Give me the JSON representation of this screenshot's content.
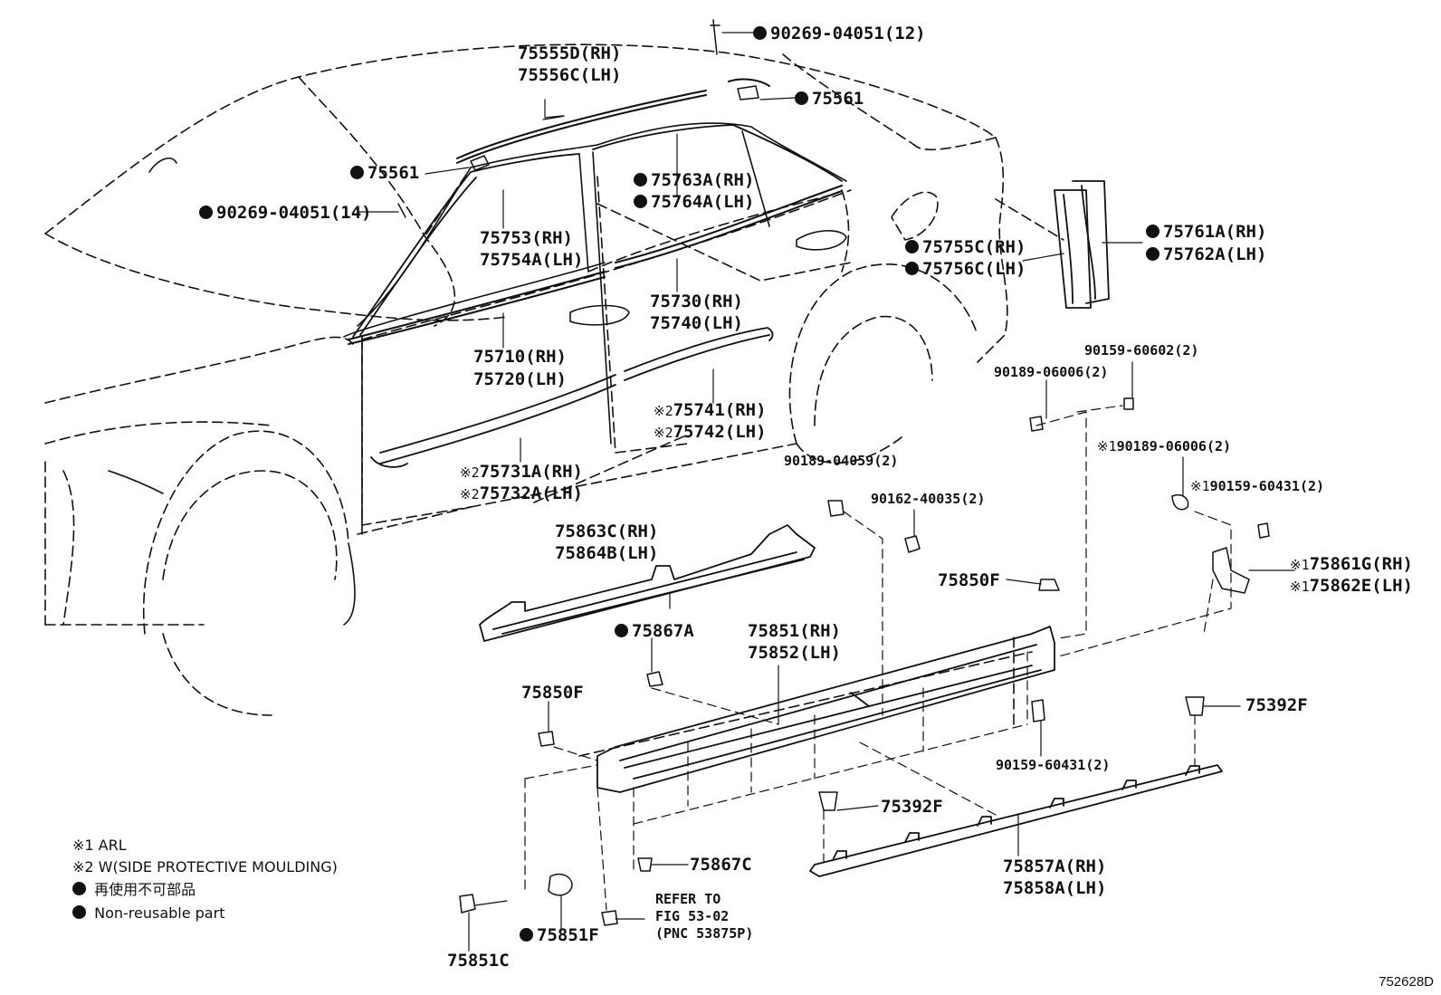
{
  "labels": {
    "p9026904051_12": "90269-04051(12)",
    "p75555": "75555D(RH)",
    "p75556": "75556C(LH)",
    "p75561_top": "75561",
    "p75561_left": "75561",
    "p9026904051_14": "90269-04051(14)",
    "p75763": "75763A(RH)",
    "p75764": "75764A(LH)",
    "p75753": "75753(RH)",
    "p75754": "75754A(LH)",
    "p75761": "75761A(RH)",
    "p75762": "75762A(LH)",
    "p75755": "75755C(RH)",
    "p75756": "75756C(LH)",
    "p75730": "75730(RH)",
    "p75740": "75740(LH)",
    "p75710": "75710(RH)",
    "p75720": "75720(LH)",
    "p9015960602": "90159-60602(2)",
    "p9018906006": "90189-06006(2)",
    "p75741": "75741(RH)",
    "p75742": "75742(LH)",
    "p9018906006_arl": "90189-06006(2)",
    "p75731": "75731A(RH)",
    "p75732": "75732A(LH)",
    "p9018904059": "90189-04059(2)",
    "p9016240035": "90162-40035(2)",
    "p9015960431_arl": "90159-60431(2)",
    "p75863": "75863C(RH)",
    "p75864": "75864B(LH)",
    "p75861": "75861G(RH)",
    "p75862": "75862E(LH)",
    "p75850F_right": "75850F",
    "p75867A": "75867A",
    "p75851": "75851(RH)",
    "p75852": "75852(LH)",
    "p75850F_left": "75850F",
    "p75392F_right": "75392F",
    "p9015960431": "90159-60431(2)",
    "p75392F_mid": "75392F",
    "p75867C": "75867C",
    "p75857": "75857A(RH)",
    "p75858": "75858A(LH)",
    "refer1": "REFER TO",
    "refer2": "FIG 53-02",
    "refer3": "(PNC 53875P)",
    "p75851F": "75851F",
    "p75851C": "75851C"
  },
  "marks": {
    "kome1": "※1",
    "kome2": "※2"
  },
  "legend": {
    "arl": "※1 ARL",
    "wside": "※2 W(SIDE PROTECTIVE MOULDING)",
    "jp": "再使用不可部品",
    "en": "Non-reusable part"
  },
  "figure_id": "752628D"
}
